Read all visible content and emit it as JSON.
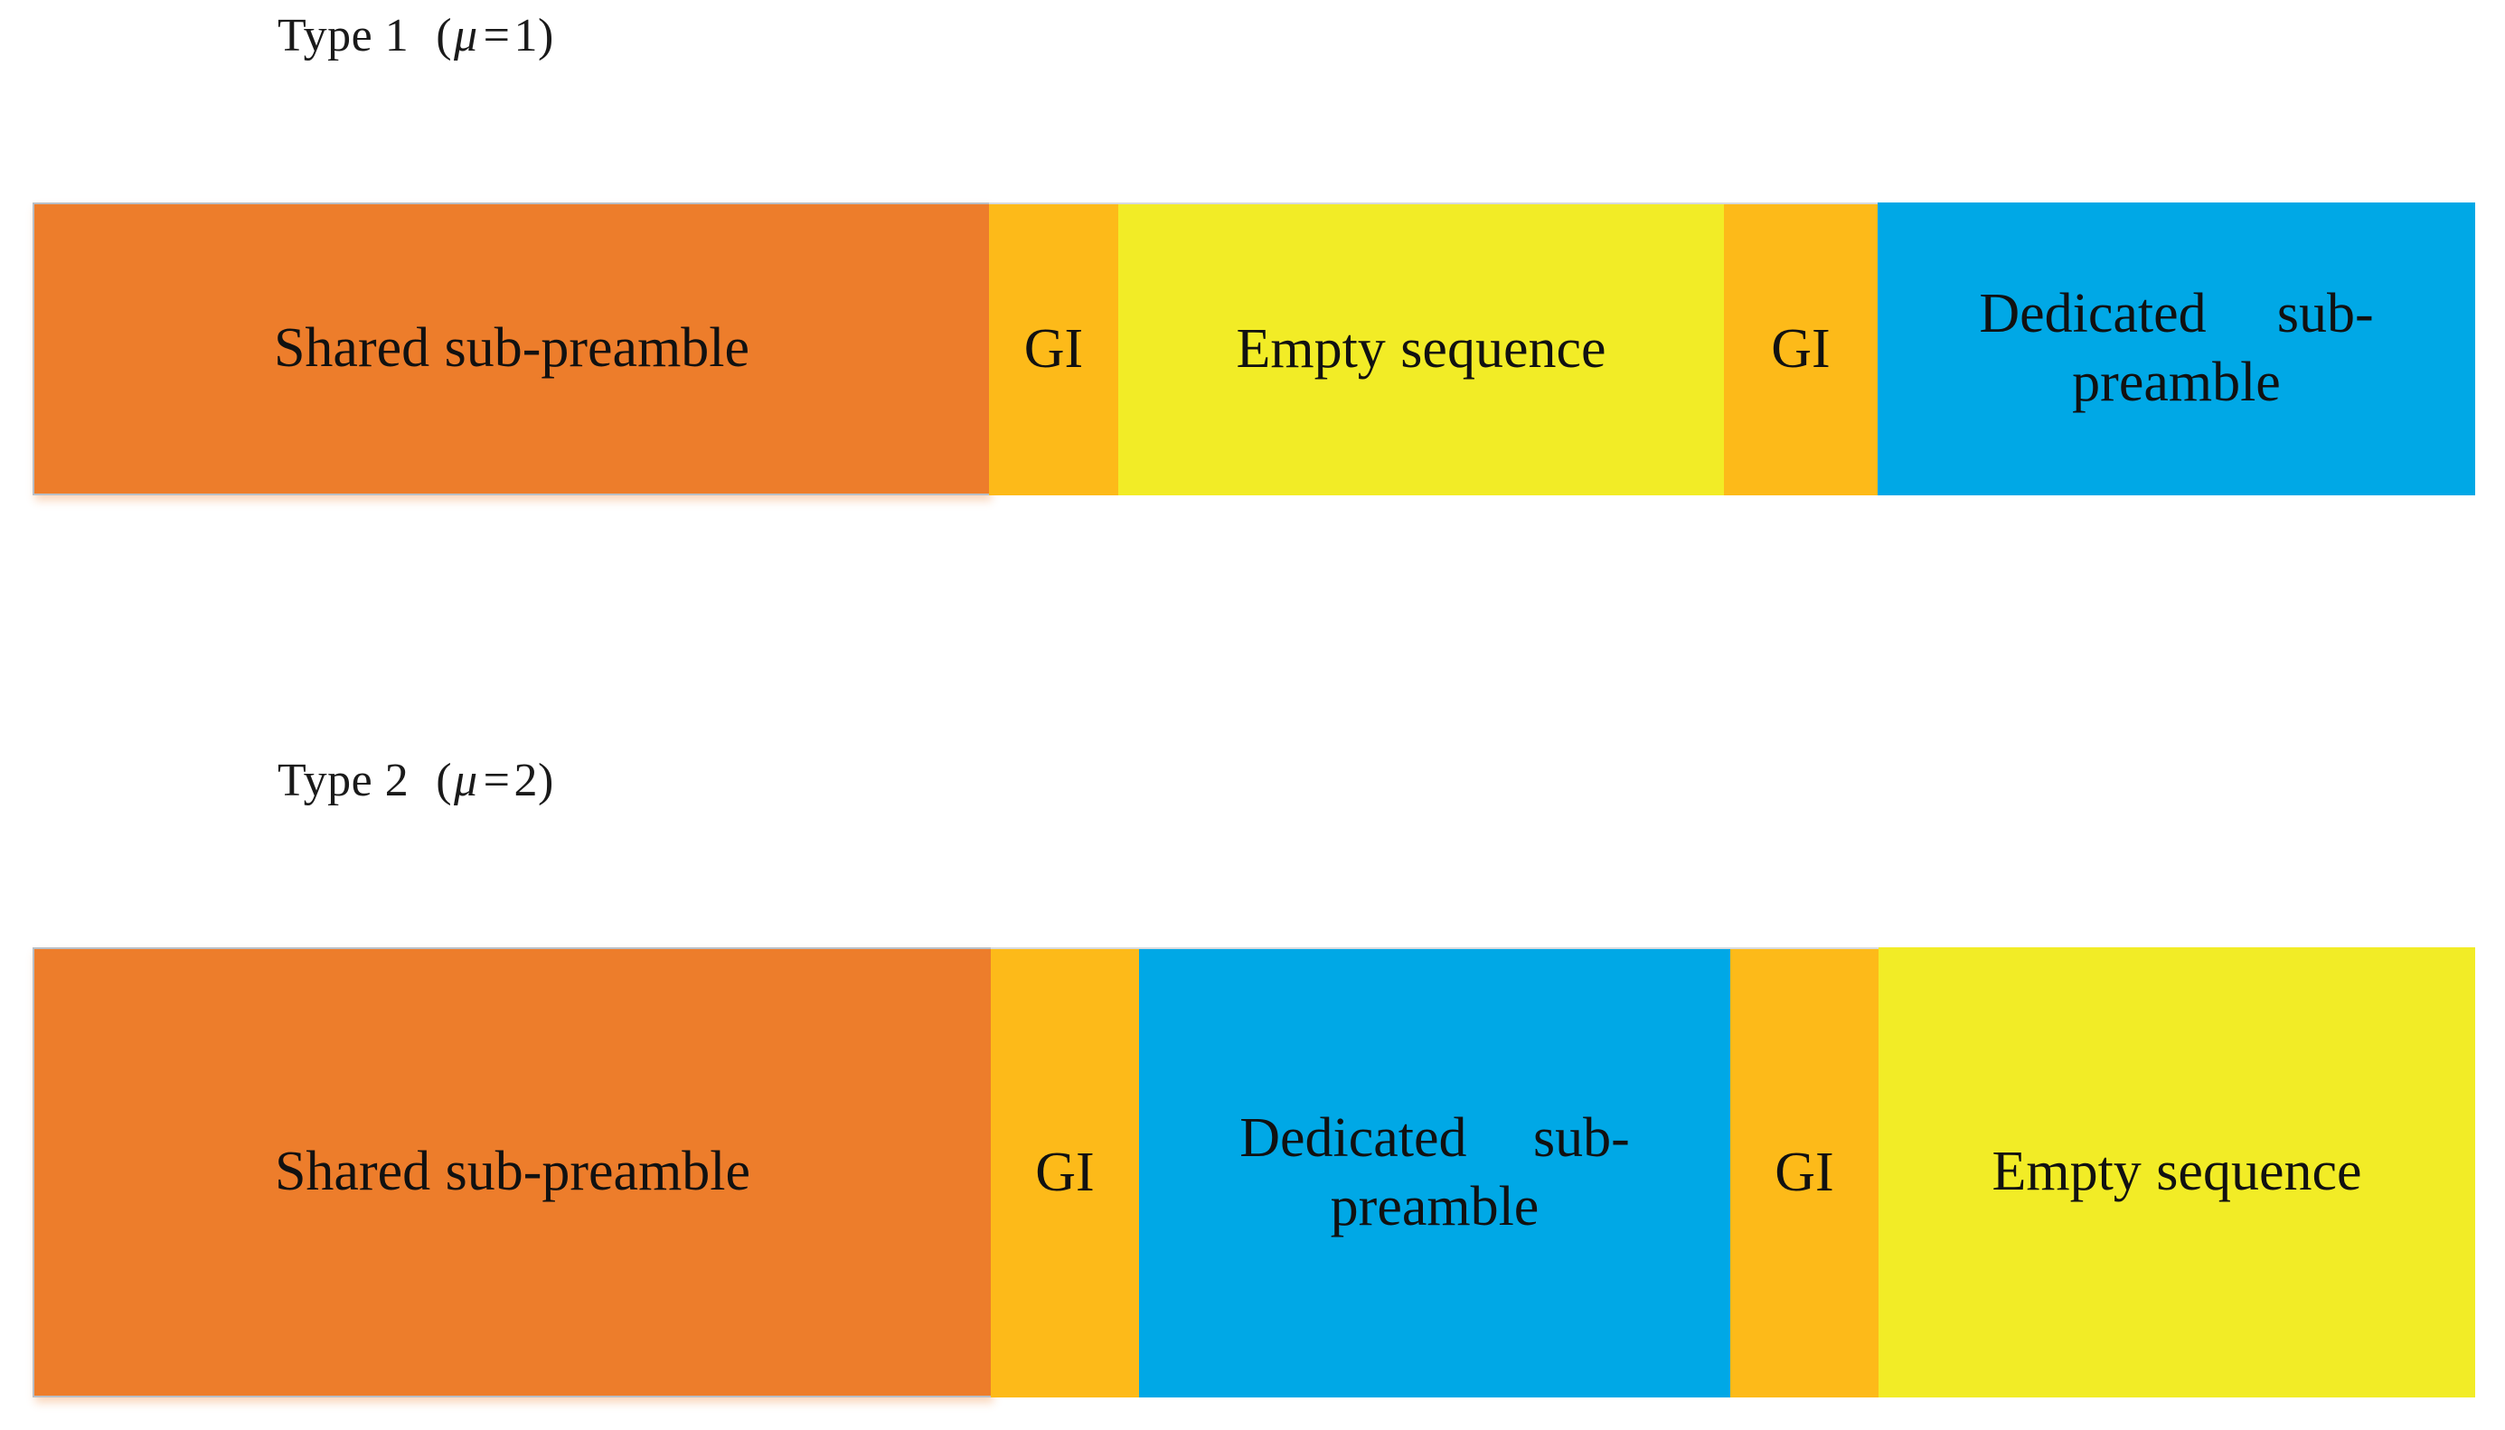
{
  "figure": {
    "background": "#ffffff",
    "palette": {
      "shared_preamble": "#ED7D2B",
      "guard_interval": "#FDBA19",
      "empty_sequence": "#F2EC26",
      "dedicated_preamble": "#00A8E6",
      "outline": "#b9bfc6",
      "text": "#111111"
    }
  },
  "rows": [
    {
      "caption": {
        "type_label": "Type 1",
        "open_paren": "(",
        "mu_symbol": "μ",
        "equals": "=",
        "value": "1",
        "close_paren": ")"
      },
      "segments": [
        {
          "name": "shared-sub-preamble",
          "label": "Shared sub-preamble",
          "color": "#ED7D2B",
          "lines": 1
        },
        {
          "name": "guard-interval-1",
          "label": "GI",
          "color": "#FDBA19",
          "lines": 1
        },
        {
          "name": "empty-sequence",
          "label": "Empty sequence",
          "color": "#F2EC26",
          "lines": 1
        },
        {
          "name": "guard-interval-2",
          "label": "GI",
          "color": "#FDBA19",
          "lines": 1
        },
        {
          "name": "dedicated-sub-preamble",
          "label": "Dedicated sub-preamble",
          "color": "#00A8E6",
          "lines": 2
        }
      ]
    },
    {
      "caption": {
        "type_label": "Type 2",
        "open_paren": "(",
        "mu_symbol": "μ",
        "equals": "=",
        "value": "2",
        "close_paren": ")"
      },
      "segments": [
        {
          "name": "shared-sub-preamble",
          "label": "Shared sub-preamble",
          "color": "#ED7D2B",
          "lines": 1
        },
        {
          "name": "guard-interval-1",
          "label": "GI",
          "color": "#FDBA19",
          "lines": 1
        },
        {
          "name": "dedicated-sub-preamble",
          "label": "Dedicated sub-preamble",
          "color": "#00A8E6",
          "lines": 2
        },
        {
          "name": "guard-interval-2",
          "label": "GI",
          "color": "#FDBA19",
          "lines": 1
        },
        {
          "name": "empty-sequence",
          "label": "Empty sequence",
          "color": "#F2EC26",
          "lines": 1
        }
      ]
    }
  ]
}
